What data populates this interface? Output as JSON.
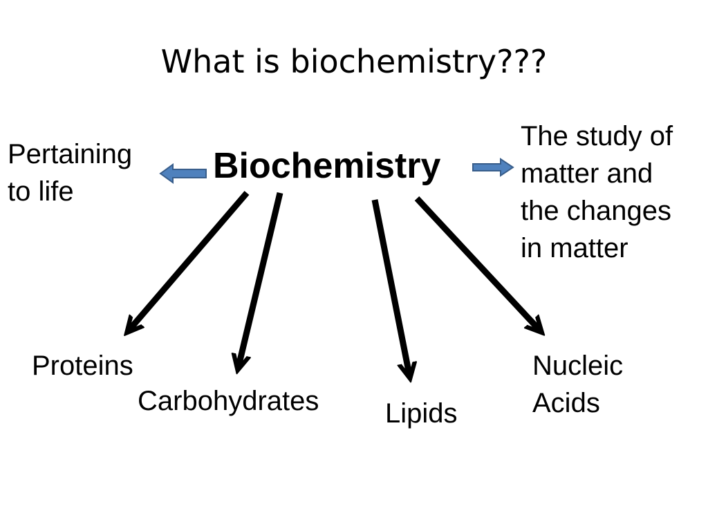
{
  "title": "What is biochemistry???",
  "central": "Biochemistry",
  "left_note": {
    "lines": [
      "Pertaining",
      "to life"
    ],
    "arrow_color": "#4f81bd"
  },
  "right_note": {
    "lines": [
      "The study of",
      "matter and",
      "the changes",
      "in matter"
    ],
    "arrow_color": "#4f81bd"
  },
  "branches": [
    {
      "lines": [
        "Proteins"
      ]
    },
    {
      "lines": [
        "Carbohydrates"
      ]
    },
    {
      "lines": [
        "Lipids"
      ]
    },
    {
      "lines": [
        "Nucleic",
        "Acids"
      ]
    }
  ],
  "colors": {
    "text": "#000000",
    "branch_arrow": "#000000",
    "block_arrow_fill": "#4f81bd",
    "block_arrow_stroke": "#385d8a"
  }
}
